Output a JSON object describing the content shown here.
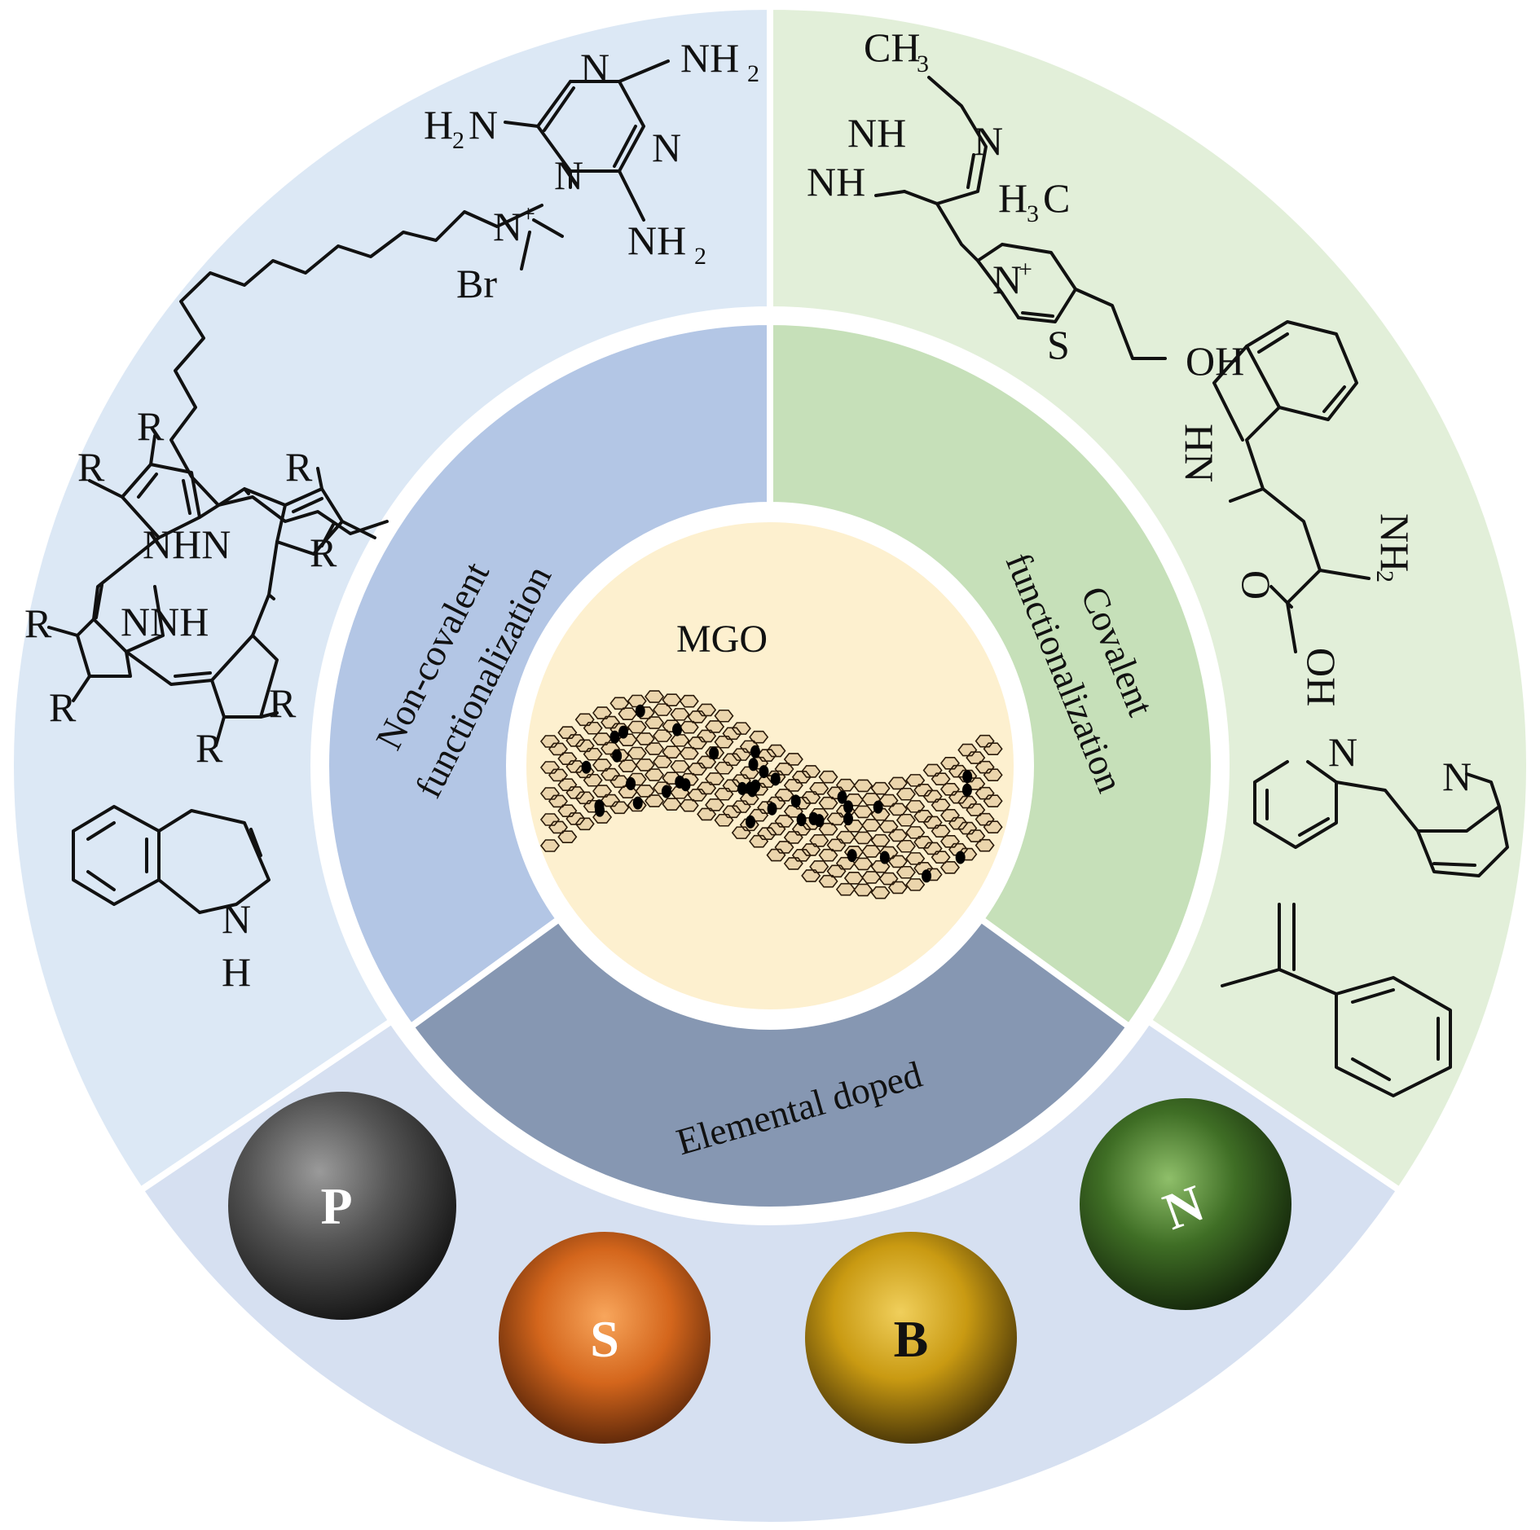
{
  "center": {
    "label": "MGO"
  },
  "segments": {
    "non_covalent": {
      "label_line1": "Non-covalent",
      "label_line2": "functionalization",
      "color_inner": "#b3c6e5",
      "color_outer": "#dce8f5"
    },
    "covalent": {
      "label_line1": "Covalent",
      "label_line2": "functionalization",
      "color_inner": "#c6e0b9",
      "color_outer": "#e2efd9"
    },
    "elemental": {
      "label": "Elemental doped",
      "color_inner": "#8697b2",
      "color_outer": "#d6e0f1"
    }
  },
  "elements": [
    {
      "symbol": "P",
      "color": "#4b4b4b"
    },
    {
      "symbol": "S",
      "color": "#d4661c"
    },
    {
      "symbol": "B",
      "color": "#c99a12"
    },
    {
      "symbol": "N",
      "color": "#3f6e25"
    }
  ],
  "molecule_labels": {
    "melamine": {
      "nh2_a": "NH",
      "nh2_a_sub": "2",
      "n1": "N",
      "h2n": "H",
      "h2n_sub": "2",
      "h2n_n": "N",
      "n2": "N",
      "n3": "N",
      "nh2_b": "NH",
      "nh2_b_sub": "2",
      "nplus": "N",
      "nplus_sup": "+",
      "br": "Br"
    },
    "porphyrin": {
      "r": "R",
      "nhn": "NHN",
      "nnh": "NNH"
    },
    "indole": {
      "n": "N",
      "h": "H"
    },
    "thiamine": {
      "ch3": "CH",
      "ch3_sub": "3",
      "nh": "NH",
      "n": "N",
      "nh2": "NH",
      "h3c": "H",
      "h3c_sub": "3",
      "h3c_c": "C",
      "nplus": "N",
      "nplus_sup": "+",
      "s": "S",
      "oh": "OH"
    },
    "tryptophan": {
      "hn": "HN",
      "nh2": "NH",
      "nh2_sub": "2",
      "o": "O",
      "oh": "OH"
    },
    "bipyridine": {
      "n1": "N",
      "n2": "N"
    }
  }
}
